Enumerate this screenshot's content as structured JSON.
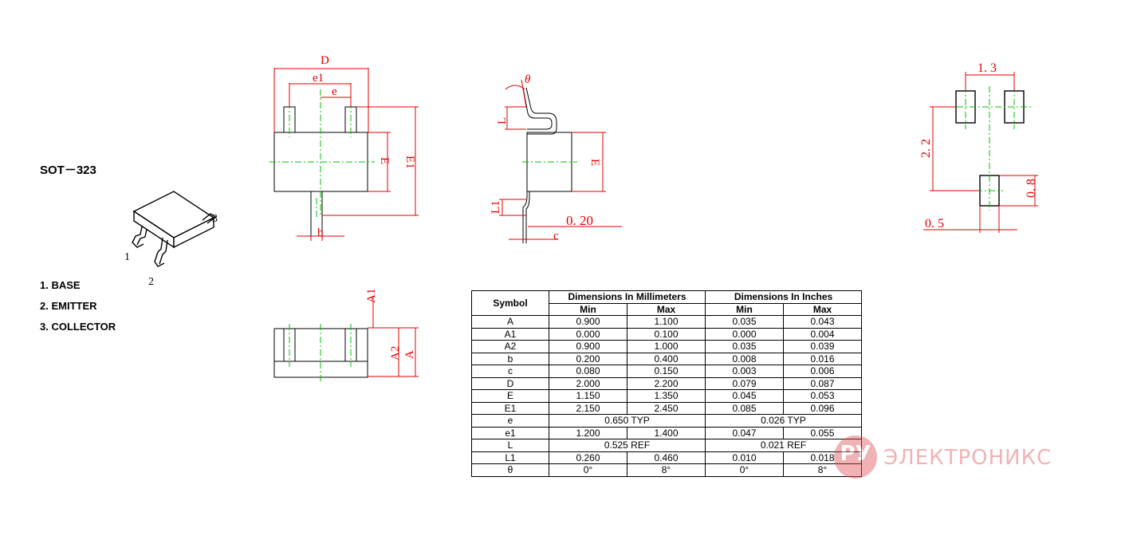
{
  "package": {
    "title": "SOT－323",
    "pins": [
      "1. BASE",
      "2. EMITTER",
      "3. COLLECTOR"
    ],
    "pin_numbers": [
      "1",
      "2",
      "3"
    ]
  },
  "drawing_labels": {
    "top_view": {
      "D": "D",
      "e1": "e1",
      "e": "e",
      "E": "E",
      "E1": "E1",
      "b": "b"
    },
    "side_view": {
      "theta": "θ",
      "L": "L",
      "L1": "L1",
      "E": "E",
      "gauge": "0. 20",
      "c": "c"
    },
    "front_view": {
      "A1": "A1",
      "A2": "A2",
      "A": "A"
    },
    "footprint": {
      "pitch": "1. 3",
      "span": "2. 2",
      "pad_height": "0. 8",
      "pad_width": "0. 5"
    }
  },
  "table": {
    "symbol_header": "Symbol",
    "mm_header": "Dimensions In Millimeters",
    "in_header": "Dimensions In Inches",
    "min_label": "Min",
    "max_label": "Max",
    "rows": [
      {
        "symbol": "A",
        "mm_min": "0.900",
        "mm_max": "1.100",
        "in_min": "0.035",
        "in_max": "0.043"
      },
      {
        "symbol": "A1",
        "mm_min": "0.000",
        "mm_max": "0.100",
        "in_min": "0.000",
        "in_max": "0.004"
      },
      {
        "symbol": "A2",
        "mm_min": "0.900",
        "mm_max": "1.000",
        "in_min": "0.035",
        "in_max": "0.039"
      },
      {
        "symbol": "b",
        "mm_min": "0.200",
        "mm_max": "0.400",
        "in_min": "0.008",
        "in_max": "0.016"
      },
      {
        "symbol": "c",
        "mm_min": "0.080",
        "mm_max": "0.150",
        "in_min": "0.003",
        "in_max": "0.006"
      },
      {
        "symbol": "D",
        "mm_min": "2.000",
        "mm_max": "2.200",
        "in_min": "0.079",
        "in_max": "0.087"
      },
      {
        "symbol": "E",
        "mm_min": "1.150",
        "mm_max": "1.350",
        "in_min": "0.045",
        "in_max": "0.053"
      },
      {
        "symbol": "E1",
        "mm_min": "2.150",
        "mm_max": "2.450",
        "in_min": "0.085",
        "in_max": "0.096"
      },
      {
        "symbol": "e",
        "mm_span": "0.650 TYP",
        "in_span": "0.026 TYP"
      },
      {
        "symbol": "e1",
        "mm_min": "1.200",
        "mm_max": "1.400",
        "in_min": "0.047",
        "in_max": "0.055"
      },
      {
        "symbol": "L",
        "mm_span": "0.525 REF",
        "in_span": "0.021 REF"
      },
      {
        "symbol": "L1",
        "mm_min": "0.260",
        "mm_max": "0.460",
        "in_min": "0.010",
        "in_max": "0.018"
      },
      {
        "symbol": "θ",
        "mm_min": "0°",
        "mm_max": "8°",
        "in_min": "0°",
        "in_max": "8°"
      }
    ]
  },
  "watermark": {
    "logo": "РУ",
    "name": "ЭЛЕКТРОНИКС"
  },
  "colors": {
    "dimension": "#e00000",
    "centerline": "#00c000",
    "outline": "#000000"
  }
}
